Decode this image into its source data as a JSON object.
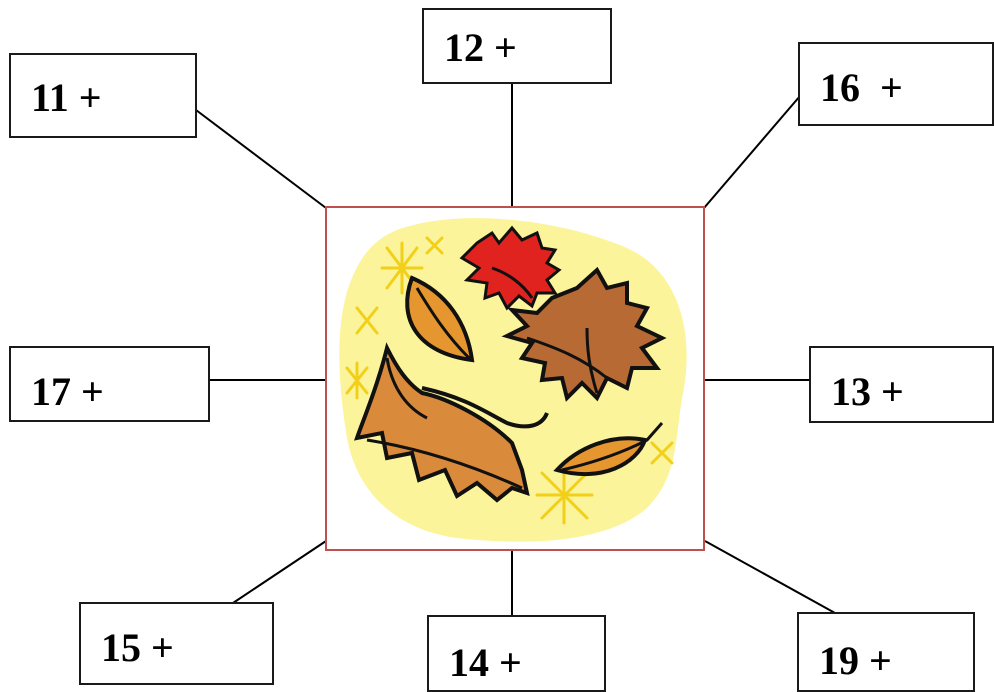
{
  "boxes": {
    "b11": "11 +",
    "b12": "12 +",
    "b16": "16  +",
    "b17": "17 +",
    "b13": "13 +",
    "b15": "15 +",
    "b14": "14 +",
    "b19": "19 +"
  },
  "colors": {
    "frame": "#c0504d",
    "background_blob": "#fbf49a",
    "leaf_orange": "#d98a3a",
    "leaf_brown": "#b56a36",
    "leaf_red": "#e0231e",
    "sparkle": "#f2d01a"
  }
}
